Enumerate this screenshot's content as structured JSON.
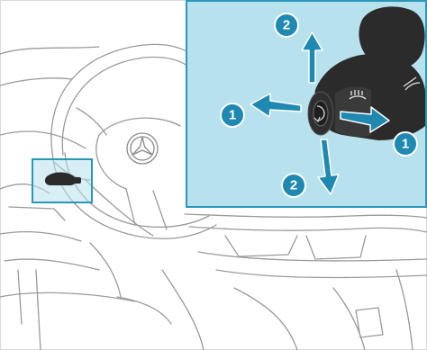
{
  "illustration": {
    "colors": {
      "inset_fill": "#b7e1ec",
      "highlight_stroke": "#2a97b8",
      "arrow_fill": "#1f89b2",
      "badge_fill": "#1f89b2",
      "lever_dark": "#2b2b2b",
      "line_art": "#9a9a9a"
    },
    "callouts": [
      {
        "id": "up",
        "number": "2",
        "direction": "up"
      },
      {
        "id": "left",
        "number": "1",
        "direction": "left"
      },
      {
        "id": "right",
        "number": "1",
        "direction": "right"
      },
      {
        "id": "down",
        "number": "2",
        "direction": "down"
      }
    ],
    "icons": [
      "steering-wheel",
      "mercedes-star-icon",
      "combination-switch-lever",
      "rear-window-heater-icon",
      "wiper-icon"
    ]
  }
}
